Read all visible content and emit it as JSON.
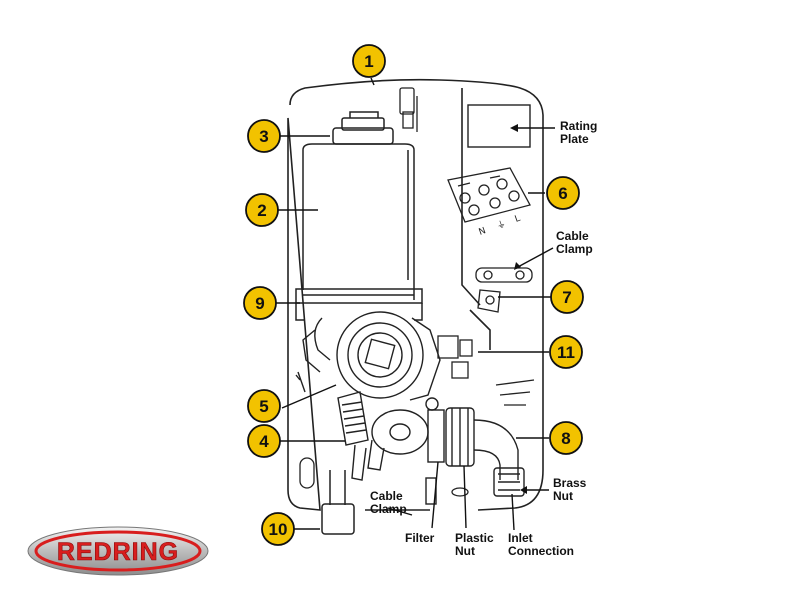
{
  "diagram": {
    "callouts": [
      {
        "number": "1"
      },
      {
        "number": "2"
      },
      {
        "number": "3"
      },
      {
        "number": "4"
      },
      {
        "number": "5"
      },
      {
        "number": "6"
      },
      {
        "number": "7"
      },
      {
        "number": "8"
      },
      {
        "number": "9"
      },
      {
        "number": "10"
      },
      {
        "number": "11"
      }
    ],
    "labels": {
      "rating_plate": "Rating\nPlate",
      "cable_clamp_top": "Cable\nClamp",
      "cable_clamp_bottom": "Cable\nClamp",
      "brass_nut": "Brass\nNut",
      "filter": "Filter",
      "plastic_nut": "Plastic\nNut",
      "inlet_connection": "Inlet\nConnection",
      "terminal_marks": [
        "N",
        "⏚",
        "L"
      ]
    }
  },
  "logo": {
    "text": "REDRING"
  },
  "colors": {
    "badge_fill": "#f2c200",
    "line": "#222222",
    "logo_red": "#d81e1e",
    "logo_silver": "#c8c8c8"
  }
}
